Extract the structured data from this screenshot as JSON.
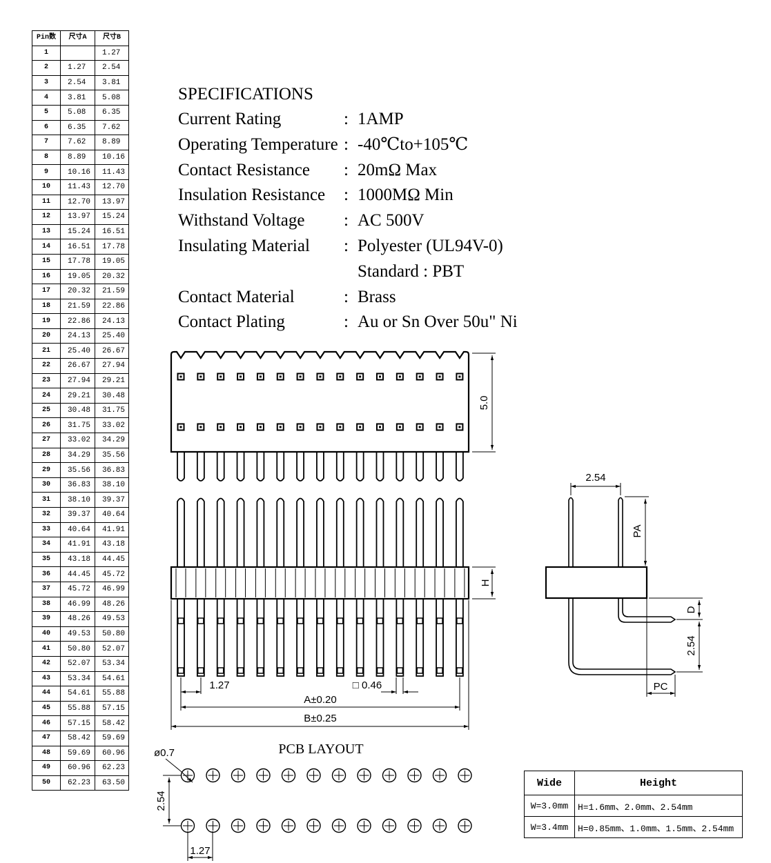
{
  "pin_table": {
    "headers": [
      "Pin数",
      "尺寸A",
      "尺寸B"
    ],
    "rows": [
      [
        "1",
        "",
        "1.27"
      ],
      [
        "2",
        "1.27",
        "2.54"
      ],
      [
        "3",
        "2.54",
        "3.81"
      ],
      [
        "4",
        "3.81",
        "5.08"
      ],
      [
        "5",
        "5.08",
        "6.35"
      ],
      [
        "6",
        "6.35",
        "7.62"
      ],
      [
        "7",
        "7.62",
        "8.89"
      ],
      [
        "8",
        "8.89",
        "10.16"
      ],
      [
        "9",
        "10.16",
        "11.43"
      ],
      [
        "10",
        "11.43",
        "12.70"
      ],
      [
        "11",
        "12.70",
        "13.97"
      ],
      [
        "12",
        "13.97",
        "15.24"
      ],
      [
        "13",
        "15.24",
        "16.51"
      ],
      [
        "14",
        "16.51",
        "17.78"
      ],
      [
        "15",
        "17.78",
        "19.05"
      ],
      [
        "16",
        "19.05",
        "20.32"
      ],
      [
        "17",
        "20.32",
        "21.59"
      ],
      [
        "18",
        "21.59",
        "22.86"
      ],
      [
        "19",
        "22.86",
        "24.13"
      ],
      [
        "20",
        "24.13",
        "25.40"
      ],
      [
        "21",
        "25.40",
        "26.67"
      ],
      [
        "22",
        "26.67",
        "27.94"
      ],
      [
        "23",
        "27.94",
        "29.21"
      ],
      [
        "24",
        "29.21",
        "30.48"
      ],
      [
        "25",
        "30.48",
        "31.75"
      ],
      [
        "26",
        "31.75",
        "33.02"
      ],
      [
        "27",
        "33.02",
        "34.29"
      ],
      [
        "28",
        "34.29",
        "35.56"
      ],
      [
        "29",
        "35.56",
        "36.83"
      ],
      [
        "30",
        "36.83",
        "38.10"
      ],
      [
        "31",
        "38.10",
        "39.37"
      ],
      [
        "32",
        "39.37",
        "40.64"
      ],
      [
        "33",
        "40.64",
        "41.91"
      ],
      [
        "34",
        "41.91",
        "43.18"
      ],
      [
        "35",
        "43.18",
        "44.45"
      ],
      [
        "36",
        "44.45",
        "45.72"
      ],
      [
        "37",
        "45.72",
        "46.99"
      ],
      [
        "38",
        "46.99",
        "48.26"
      ],
      [
        "39",
        "48.26",
        "49.53"
      ],
      [
        "40",
        "49.53",
        "50.80"
      ],
      [
        "41",
        "50.80",
        "52.07"
      ],
      [
        "42",
        "52.07",
        "53.34"
      ],
      [
        "43",
        "53.34",
        "54.61"
      ],
      [
        "44",
        "54.61",
        "55.88"
      ],
      [
        "45",
        "55.88",
        "57.15"
      ],
      [
        "46",
        "57.15",
        "58.42"
      ],
      [
        "47",
        "58.42",
        "59.69"
      ],
      [
        "48",
        "59.69",
        "60.96"
      ],
      [
        "49",
        "60.96",
        "62.23"
      ],
      [
        "50",
        "62.23",
        "63.50"
      ]
    ]
  },
  "specs": {
    "title": "SPECIFICATIONS",
    "separator": ":",
    "items": [
      {
        "label": "Current Rating",
        "value": "1AMP"
      },
      {
        "label": "Operating Temperature",
        "value": "-40℃to+105℃"
      },
      {
        "label": "Contact Resistance",
        "value": "20mΩ Max"
      },
      {
        "label": "Insulation Resistance",
        "value": "1000MΩ Min"
      },
      {
        "label": "Withstand Voltage",
        "value": "AC 500V"
      },
      {
        "label": "Insulating Material",
        "value": "Polyester (UL94V-0)"
      }
    ],
    "extra_line": "Standard : PBT",
    "items2": [
      {
        "label": "Contact Material",
        "value": "Brass"
      },
      {
        "label": "Contact Plating",
        "value": "Au or Sn Over 50u\" Ni"
      }
    ]
  },
  "dims": {
    "height_top": "5.0",
    "h": "H",
    "pitch_front": "1.27",
    "pin_size": "□ 0.46",
    "a_tol": "A±0.20",
    "b_tol": "B±0.25",
    "side_pitch": "2.54",
    "pa": "PA",
    "d": "D",
    "side_vertical": "2.54",
    "pc": "PC",
    "hole_dia": "ø0.7",
    "pcb_vertical": "2.54",
    "pcb_pitch": "1.27"
  },
  "pcb_title": "PCB LAYOUT",
  "hw_table": {
    "headers": [
      "Wide",
      "Height"
    ],
    "rows": [
      [
        "W=3.0mm",
        "H=1.6mm、2.0mm、2.54mm"
      ],
      [
        "W=3.4mm",
        "H=0.85mm、1.0mm、1.5mm、2.54mm"
      ]
    ]
  }
}
